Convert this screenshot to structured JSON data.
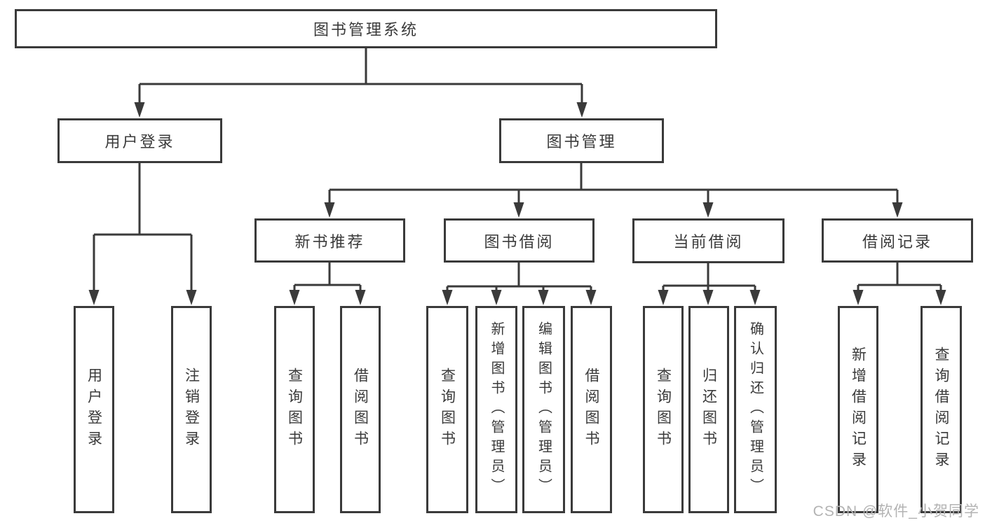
{
  "tree": {
    "label": "图书管理系统",
    "children": [
      {
        "label": "用户登录",
        "children": [
          {
            "label": "用户登录"
          },
          {
            "label": "注销登录"
          }
        ]
      },
      {
        "label": "图书管理",
        "children": [
          {
            "label": "新书推荐",
            "children": [
              {
                "label": "查询图书"
              },
              {
                "label": "借阅图书"
              }
            ]
          },
          {
            "label": "图书借阅",
            "children": [
              {
                "label": "查询图书"
              },
              {
                "label": "新增图书（管理员）"
              },
              {
                "label": "编辑图书（管理员）"
              },
              {
                "label": "借阅图书"
              }
            ]
          },
          {
            "label": "当前借阅",
            "children": [
              {
                "label": "查询图书"
              },
              {
                "label": "归还图书"
              },
              {
                "label": "确认归还（管理员）"
              }
            ]
          },
          {
            "label": "借阅记录",
            "children": [
              {
                "label": "新增借阅记录"
              },
              {
                "label": "查询借阅记录"
              }
            ]
          }
        ]
      }
    ]
  },
  "watermark": {
    "text": "CSDN @软件_小贺同学"
  },
  "colors": {
    "line": "#3a3a3a",
    "box_background": "#ffffff",
    "watermark": "#b3b3b3"
  }
}
